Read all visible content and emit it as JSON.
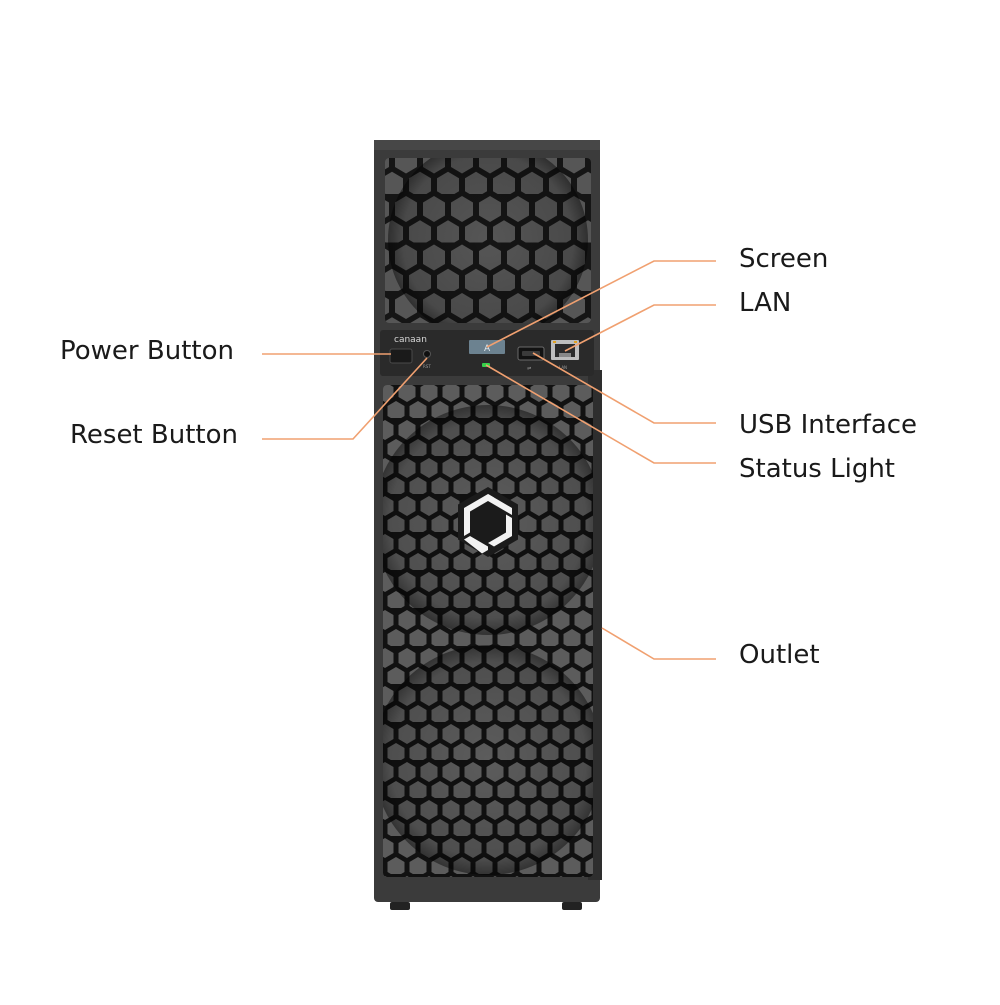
{
  "device": {
    "brand": "canaan",
    "screen_glyph": "A",
    "reset_mark": "RST",
    "lan_mark": "LAN",
    "usb_mark": "⇌"
  },
  "callouts": {
    "power_button": "Power Button",
    "reset_button": "Reset Button",
    "screen": "Screen",
    "lan": "LAN",
    "usb_interface": "USB Interface",
    "status_light": "Status Light",
    "outlet": "Outlet"
  },
  "colors": {
    "leader_line": "#f0a070",
    "chassis": "#3a3a3a",
    "chassis_dark": "#1e1e1e",
    "status_led": "#35d04a",
    "screen": "#6c8290",
    "lan_port_accent": "#e0a020"
  },
  "icons": {
    "logo": "hexagon-cube-logo-icon",
    "usb": "usb-port-icon",
    "lan": "ethernet-port-icon"
  }
}
